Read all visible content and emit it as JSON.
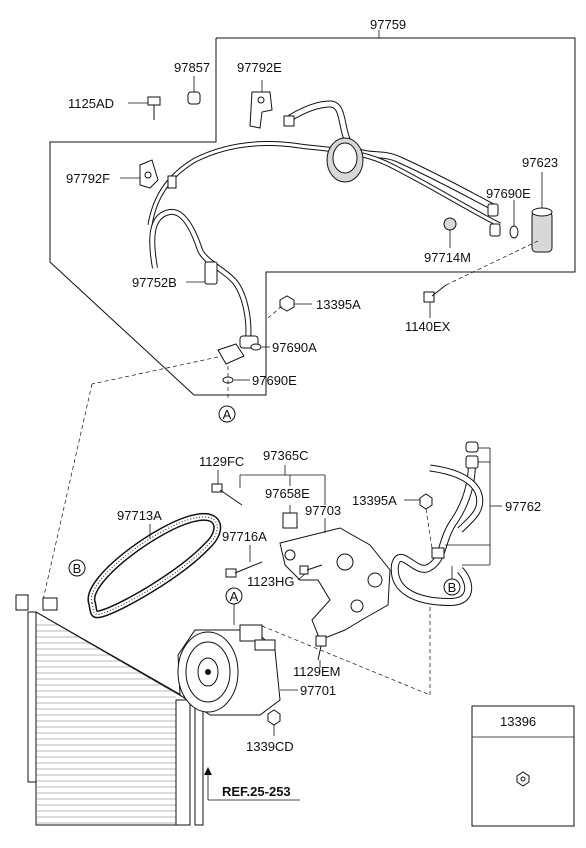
{
  "labels": {
    "p97759": "97759",
    "p97857": "97857",
    "p97792E": "97792E",
    "p1125AD": "1125AD",
    "p97792F": "97792F",
    "p97623": "97623",
    "p97690E_top": "97690E",
    "p97714M": "97714M",
    "p97752B": "97752B",
    "p13395A_top": "13395A",
    "p1140EX": "1140EX",
    "p97690A": "97690A",
    "p97690E_bot": "97690E",
    "p97365C": "97365C",
    "p1129FC": "1129FC",
    "p97658E": "97658E",
    "p13395A_mid": "13395A",
    "p97762": "97762",
    "p97713A": "97713A",
    "p97703": "97703",
    "p97716A": "97716A",
    "p1123HG": "1123HG",
    "p1129EM": "1129EM",
    "p97701": "97701",
    "p1339CD": "1339CD",
    "p13396": "13396",
    "ref": "REF.25-253"
  },
  "callouts": {
    "a_top": "A",
    "a_comp": "A",
    "b_left": "B",
    "b_right": "B"
  }
}
